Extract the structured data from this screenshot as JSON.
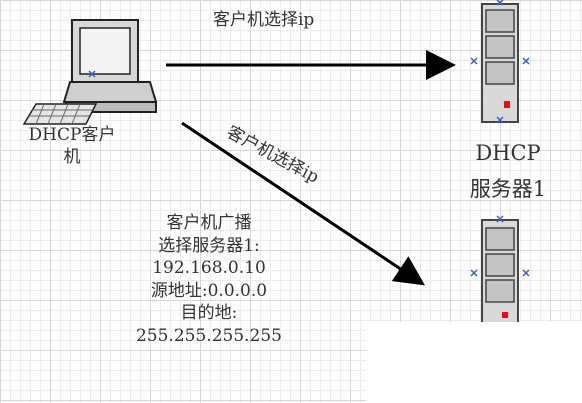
{
  "client": {
    "line1": "DHCP客户",
    "line2": "机"
  },
  "arrows": {
    "top_label": "客户机选择ip",
    "diagonal_label": "客户机选择ip"
  },
  "server1": {
    "line1": "DHCP",
    "line2": "服务器1"
  },
  "broadcast": {
    "line1": "客户机广播",
    "line2": "选择服务器1:",
    "line3": "192.168.0.10",
    "line4": "源地址:0.0.0.0",
    "line5": "目的地:",
    "line6": "255.255.255.255"
  },
  "colors": {
    "arrow": "#000000",
    "server_body": "#d9d9d9",
    "server_indicator": "#e0101a",
    "handle_marker": "#3a5fc8"
  },
  "icons": {
    "client": "desktop-computer-icon",
    "server": "tower-server-icon"
  }
}
